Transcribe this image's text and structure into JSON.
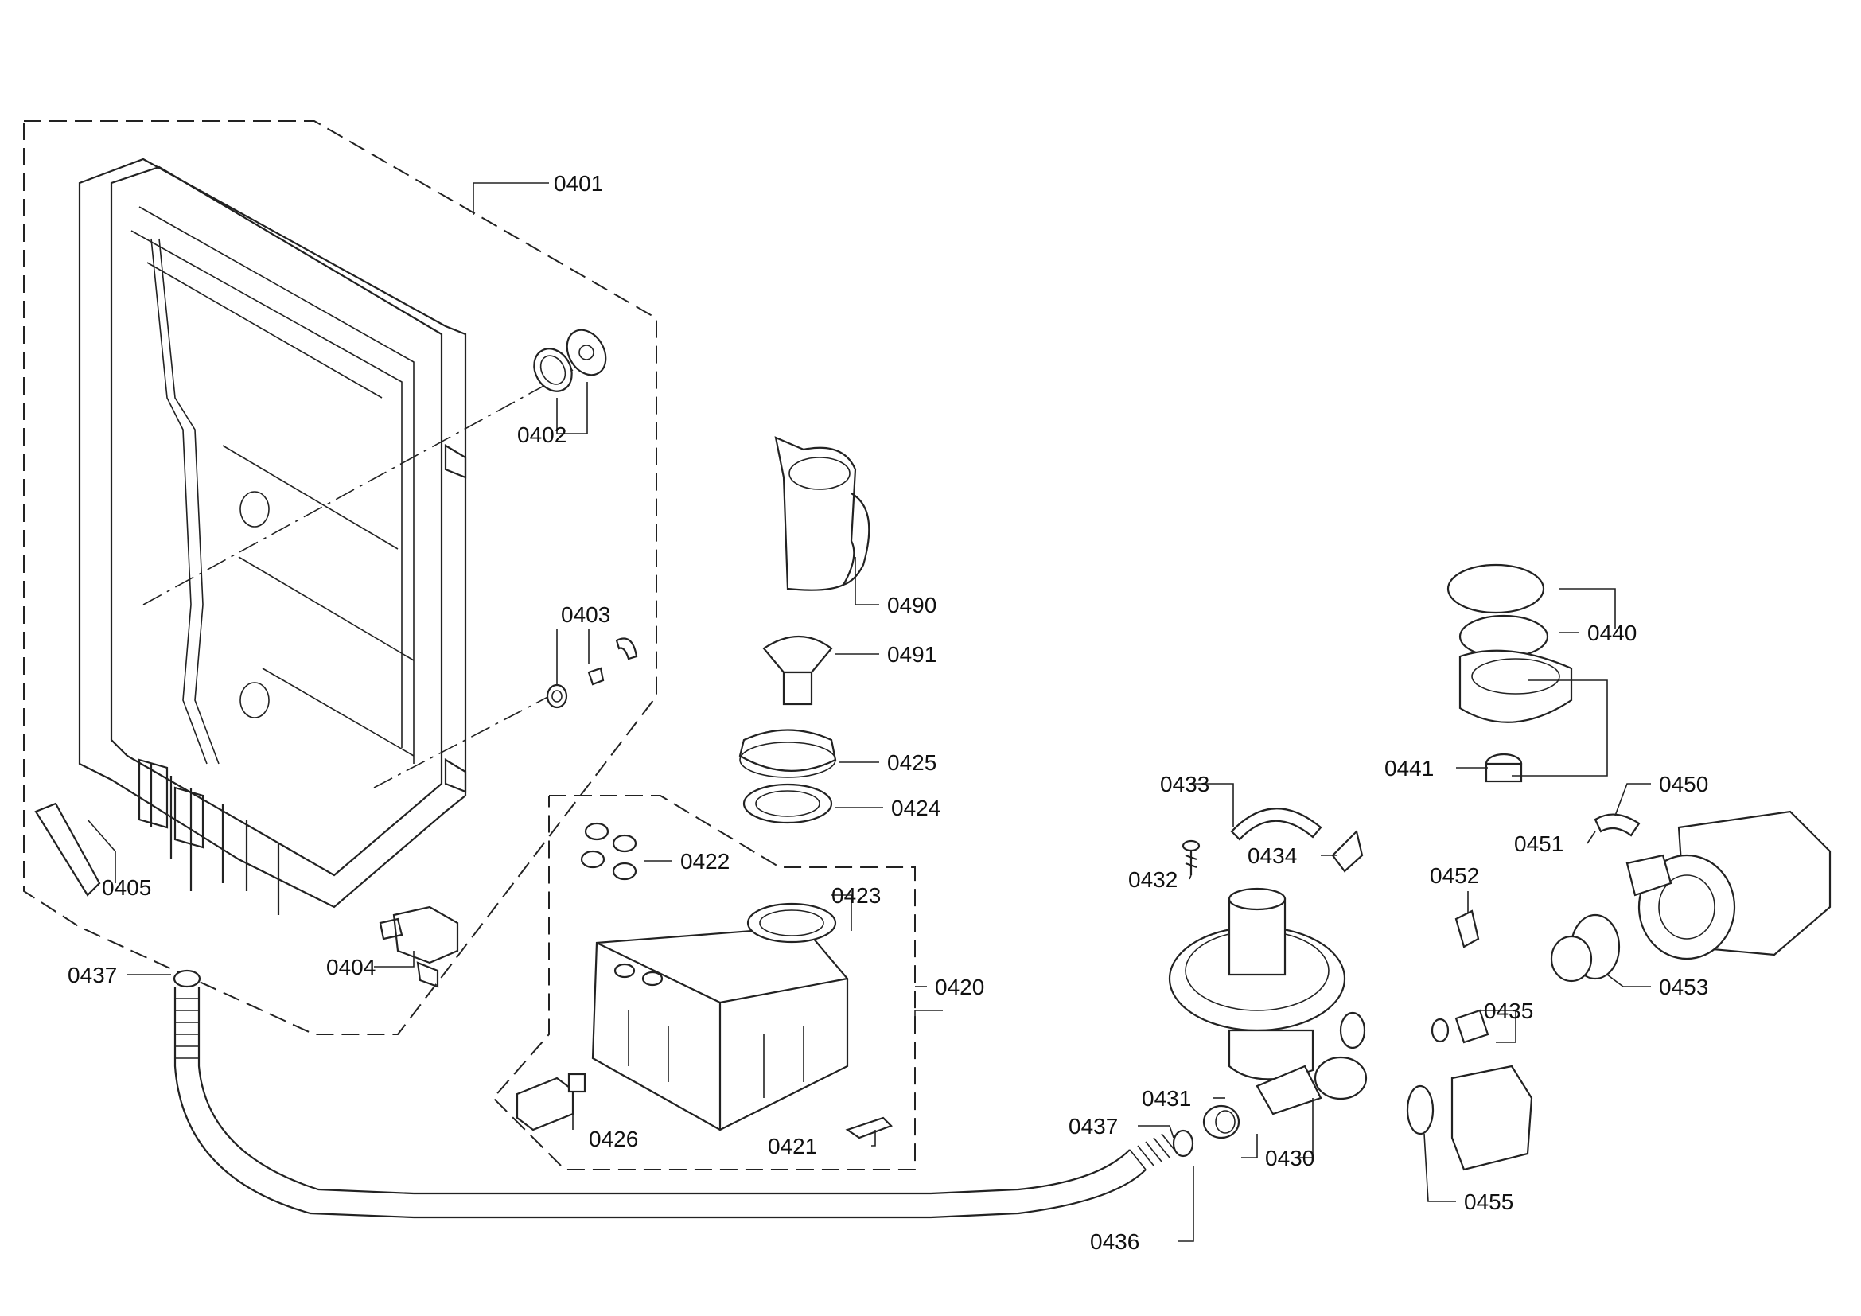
{
  "part_labels": {
    "p0401": "0401",
    "p0402": "0402",
    "p0403": "0403",
    "p0404": "0404",
    "p0405": "0405",
    "p0437a": "0437",
    "p0437b": "0437",
    "p0490": "0490",
    "p0491": "0491",
    "p0425": "0425",
    "p0424": "0424",
    "p0422": "0422",
    "p0423": "0423",
    "p0420": "0420",
    "p0426": "0426",
    "p0421": "0421",
    "p0436": "0436",
    "p0431": "0431",
    "p0430": "0430",
    "p0432": "0432",
    "p0433": "0433",
    "p0434": "0434",
    "p0440": "0440",
    "p0441": "0441",
    "p0450": "0450",
    "p0451": "0451",
    "p0452": "0452",
    "p0453": "0453",
    "p0435": "0435",
    "p0455": "0455"
  },
  "colors": {
    "line": "#222222",
    "background": "#ffffff"
  }
}
